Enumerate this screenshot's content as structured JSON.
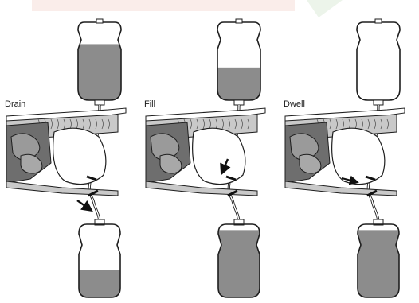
{
  "panels": [
    {
      "label": "Drain",
      "top_bag_fill": 0.72,
      "bottom_bag_fill": 0.38,
      "flow": "out"
    },
    {
      "label": "Fill",
      "top_bag_fill": 0.42,
      "bottom_bag_fill": 0.92,
      "flow": "in"
    },
    {
      "label": "Dwell",
      "top_bag_fill": 0.0,
      "bottom_bag_fill": 0.92,
      "flow": "none"
    }
  ],
  "colors": {
    "fluid": "#8c8c8c",
    "outline": "#1e1e1e",
    "tissue_dark": "#6e6e6e",
    "tissue_light": "#c9c9c9",
    "watermark": "#f3d8d0"
  }
}
